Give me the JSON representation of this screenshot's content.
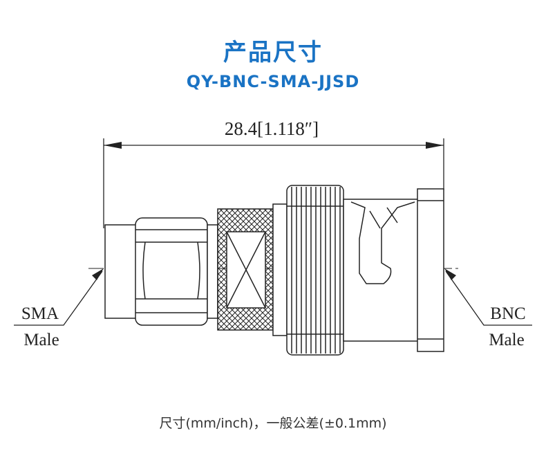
{
  "header": {
    "title": "产品尺寸",
    "model": "QY-BNC-SMA-JJSD"
  },
  "drawing": {
    "dimension_label": "28.4[1.118″]",
    "left_label_line1": "SMA",
    "left_label_line2": "Male",
    "right_label_line1": "BNC",
    "right_label_line2": "Male"
  },
  "footer": {
    "note": "尺寸(mm/inch)，一般公差(±0.1mm)"
  },
  "colors": {
    "accent": "#1a73c4",
    "line": "#222222"
  }
}
